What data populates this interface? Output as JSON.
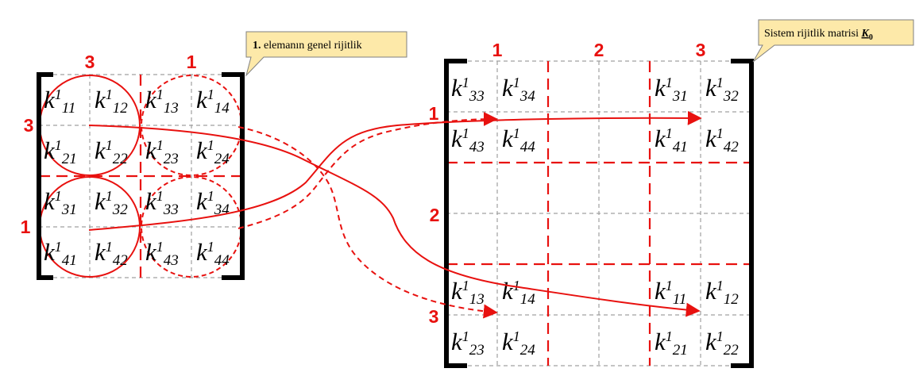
{
  "callouts": {
    "element": {
      "bold": "1.",
      "text": " elemanın genel rijitlik"
    },
    "system": {
      "text": "Sistem rijitlik matrisi ",
      "symbol": "K",
      "sub": "0"
    }
  },
  "element_matrix": {
    "col_labels": [
      "3",
      "1"
    ],
    "row_labels": [
      "3",
      "1"
    ],
    "cells": [
      [
        "11",
        "12",
        "13",
        "14"
      ],
      [
        "21",
        "22",
        "23",
        "24"
      ],
      [
        "31",
        "32",
        "33",
        "34"
      ],
      [
        "41",
        "42",
        "43",
        "44"
      ]
    ]
  },
  "system_matrix": {
    "col_labels": [
      "1",
      "2",
      "3"
    ],
    "row_labels": [
      "1",
      "2",
      "3"
    ],
    "cells": [
      {
        "r": 0,
        "c": 0,
        "idx": "33"
      },
      {
        "r": 0,
        "c": 1,
        "idx": "34"
      },
      {
        "r": 0,
        "c": 4,
        "idx": "31"
      },
      {
        "r": 0,
        "c": 5,
        "idx": "32"
      },
      {
        "r": 1,
        "c": 0,
        "idx": "43"
      },
      {
        "r": 1,
        "c": 1,
        "idx": "44"
      },
      {
        "r": 1,
        "c": 4,
        "idx": "41"
      },
      {
        "r": 1,
        "c": 5,
        "idx": "42"
      },
      {
        "r": 4,
        "c": 0,
        "idx": "13"
      },
      {
        "r": 4,
        "c": 1,
        "idx": "14"
      },
      {
        "r": 4,
        "c": 4,
        "idx": "11"
      },
      {
        "r": 4,
        "c": 5,
        "idx": "12"
      },
      {
        "r": 5,
        "c": 0,
        "idx": "23"
      },
      {
        "r": 5,
        "c": 1,
        "idx": "24"
      },
      {
        "r": 5,
        "c": 4,
        "idx": "21"
      },
      {
        "r": 5,
        "c": 5,
        "idx": "22"
      }
    ]
  },
  "symbol": {
    "letter": "k",
    "sup": "1"
  },
  "colors": {
    "accent": "#e8110f",
    "grid": "#a0a0a0",
    "callout_fill": "#fde9a9",
    "callout_stroke": "#808080"
  }
}
